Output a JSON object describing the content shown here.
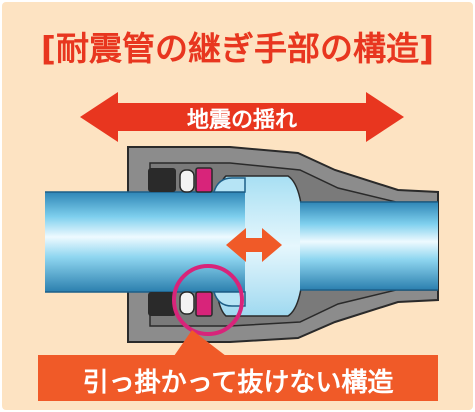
{
  "title": "[耐震管の継ぎ手部の構造]",
  "quake_label": "地震の揺れ",
  "callout_label": "引っ掛かって抜けない構造",
  "colors": {
    "background": "#fde3c2",
    "accent_red": "#e8361f",
    "callout_orange": "#f05a28",
    "housing_gray": "#8c8c8c",
    "pipe_blue": "#5ab8de",
    "ring_magenta": "#d8247a"
  },
  "icons": {
    "quake_arrow": "double-headed-arrow",
    "slide_arrow": "double-headed-arrow"
  }
}
